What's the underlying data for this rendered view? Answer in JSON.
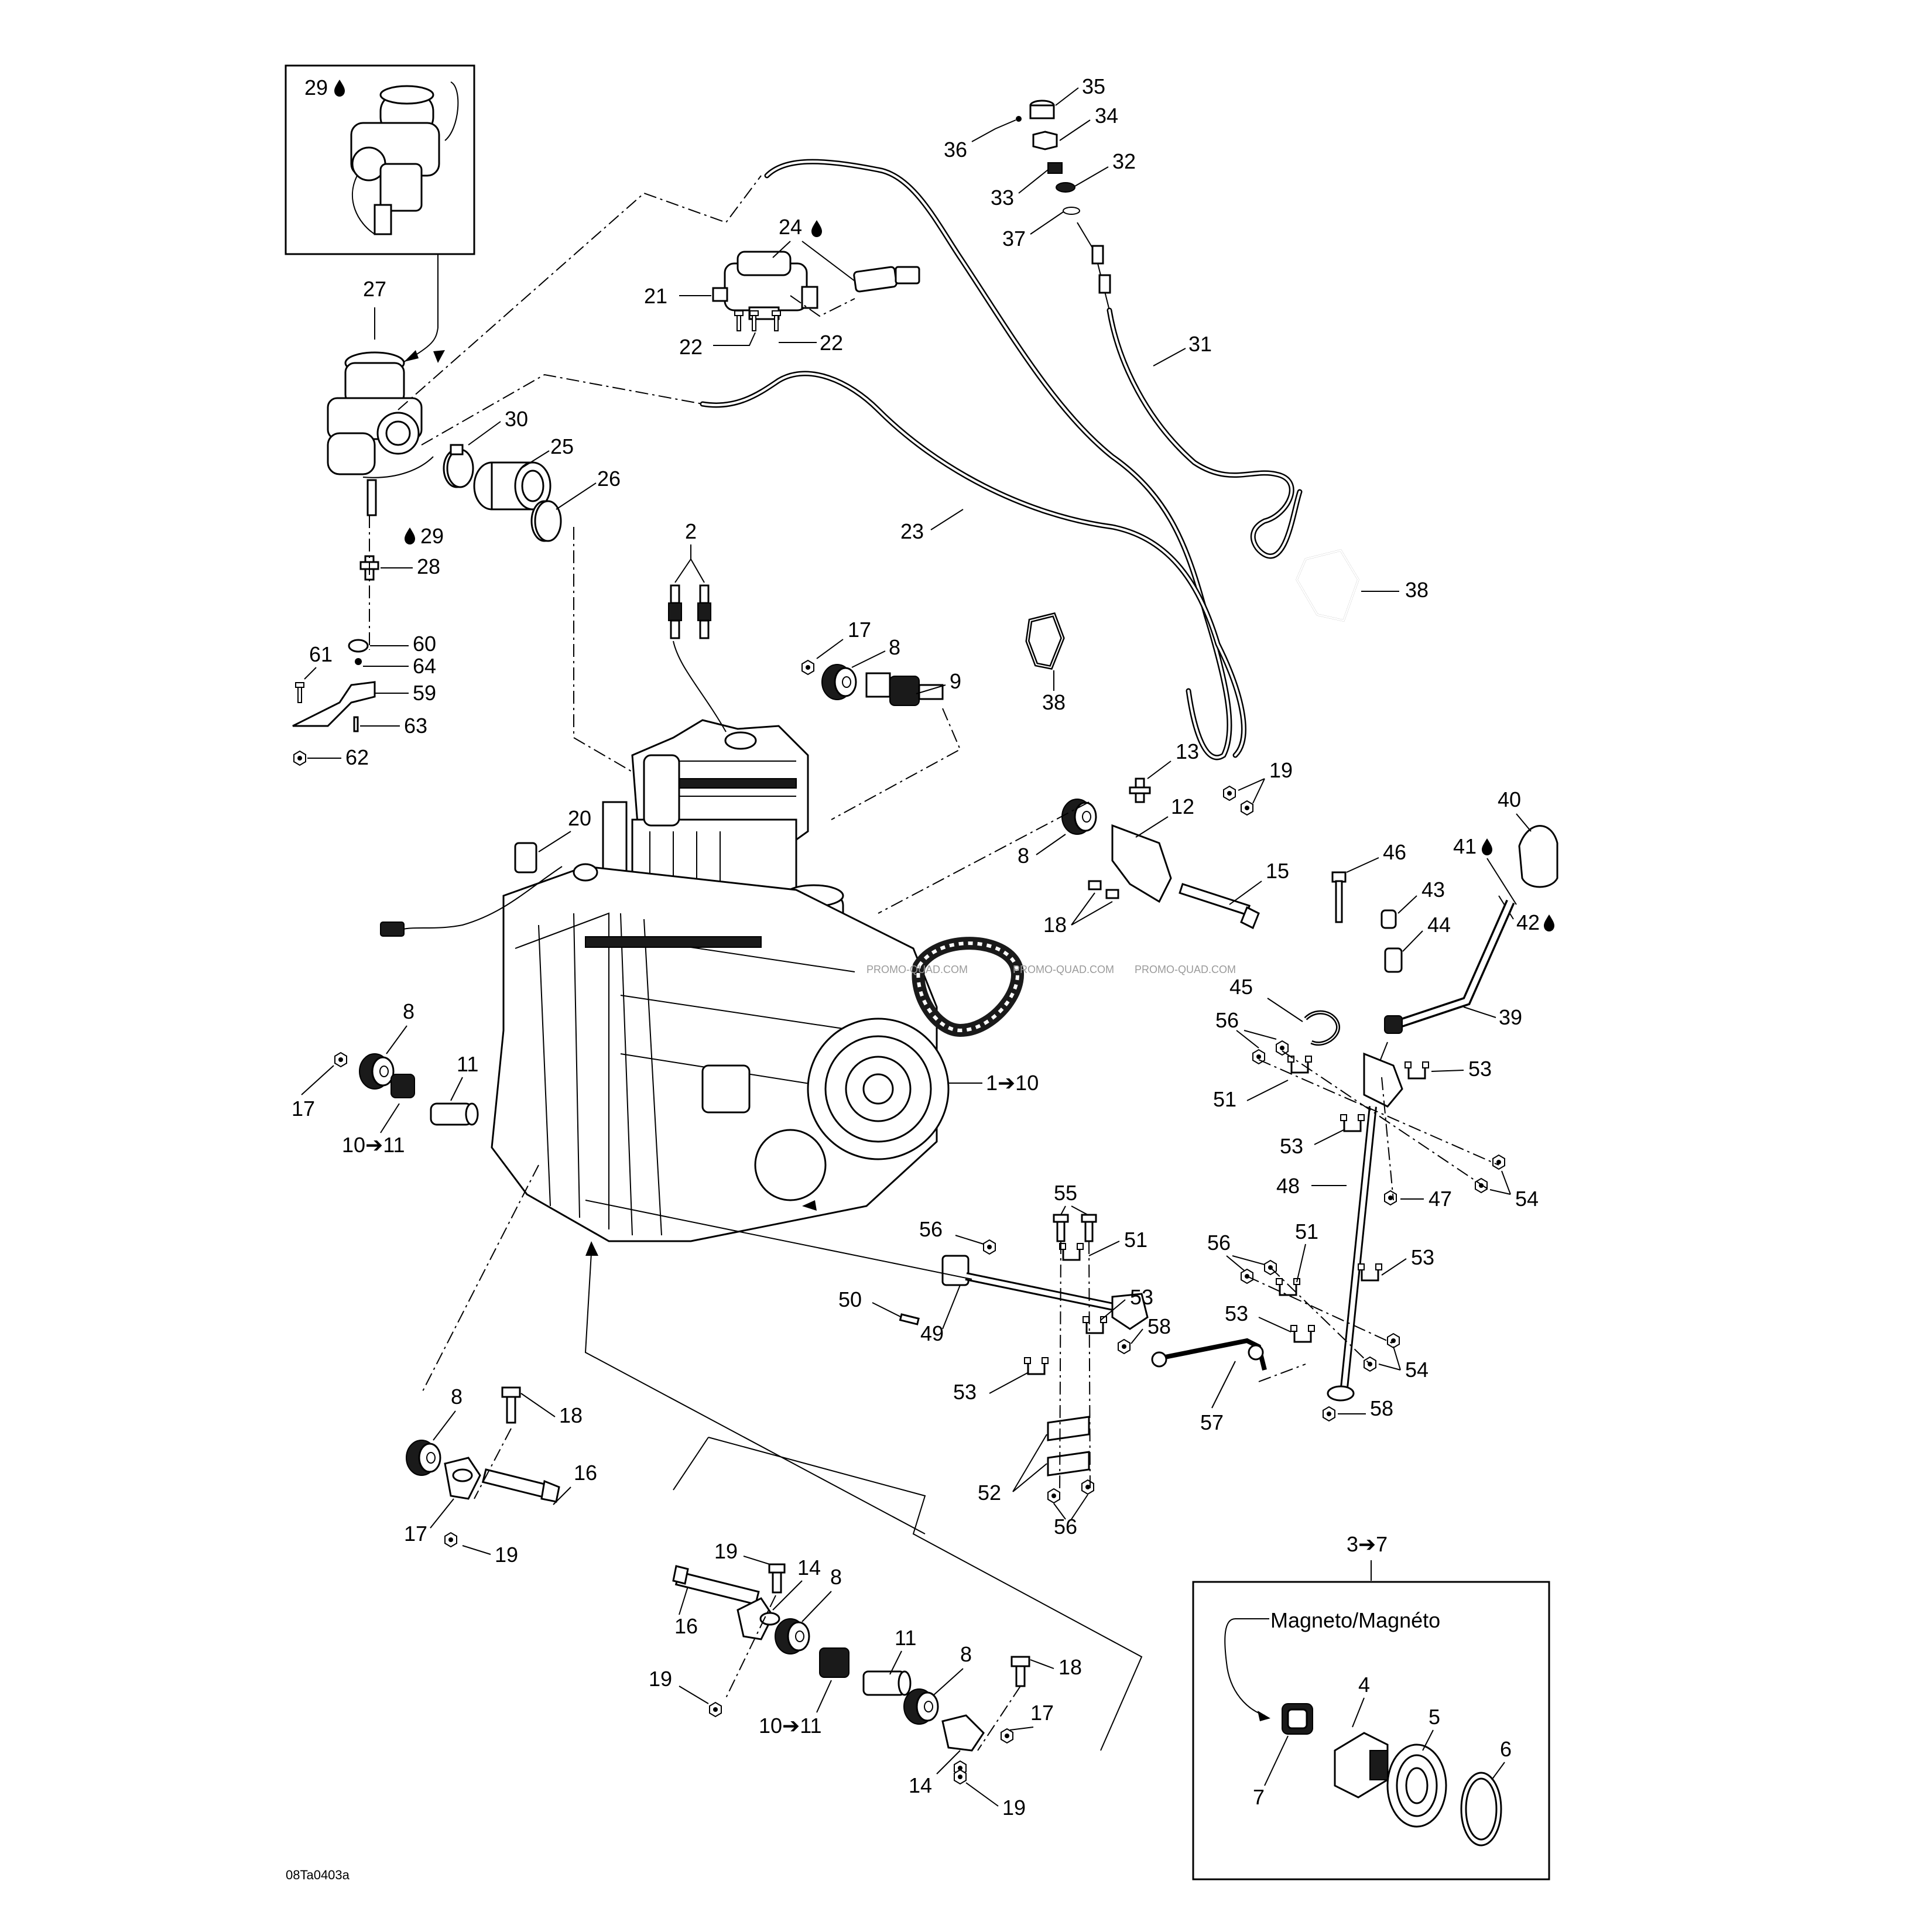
{
  "diagram": {
    "code": "08Ta0403a",
    "watermark": "PROMO-QUAD.COM",
    "inset_magneto": {
      "label": "Magneto/Magnéto",
      "group": "3➔7"
    },
    "labels": {
      "l2": "2",
      "l4": "4",
      "l5": "5",
      "l6": "6",
      "l7": "7",
      "l8a": "8",
      "l8b": "8",
      "l8c": "8",
      "l8d": "8",
      "l8e": "8",
      "l8f": "8",
      "l9": "9",
      "l10_11a": "10➔11",
      "l10_11b": "10➔11",
      "l11a": "11",
      "l11b": "11",
      "l12": "12",
      "l13": "13",
      "l14a": "14",
      "l14b": "14",
      "l15": "15",
      "l16a": "16",
      "l16b": "16",
      "l17a": "17",
      "l17b": "17",
      "l17c": "17",
      "l17d": "17",
      "l18a": "18",
      "l18b": "18",
      "l18c": "18",
      "l19a": "19",
      "l19b": "19",
      "l19c": "19",
      "l19d": "19",
      "l19e": "19",
      "l20": "20",
      "l21": "21",
      "l22a": "22",
      "l22b": "22",
      "l23": "23",
      "l24": "24",
      "l25": "25",
      "l26": "26",
      "l27": "27",
      "l28": "28",
      "l29a": "29",
      "l29b": "29",
      "l30": "30",
      "l31": "31",
      "l32": "32",
      "l33": "33",
      "l34": "34",
      "l35": "35",
      "l36": "36",
      "l37": "37",
      "l38a": "38",
      "l38b": "38",
      "l39": "39",
      "l40": "40",
      "l41": "41",
      "l42": "42",
      "l43": "43",
      "l44": "44",
      "l45": "45",
      "l46": "46",
      "l47": "47",
      "l48": "48",
      "l49": "49",
      "l50": "50",
      "l51a": "51",
      "l51b": "51",
      "l51c": "51",
      "l52": "52",
      "l53a": "53",
      "l53b": "53",
      "l53c": "53",
      "l53d": "53",
      "l53e": "53",
      "l53f": "53",
      "l54a": "54",
      "l54b": "54",
      "l55": "55",
      "l56a": "56",
      "l56b": "56",
      "l56c": "56",
      "l56d": "56",
      "l57": "57",
      "l58a": "58",
      "l58b": "58",
      "l59": "59",
      "l60": "60",
      "l61": "61",
      "l62": "62",
      "l63": "63",
      "l64": "64",
      "l1_10": "1➔10"
    }
  }
}
